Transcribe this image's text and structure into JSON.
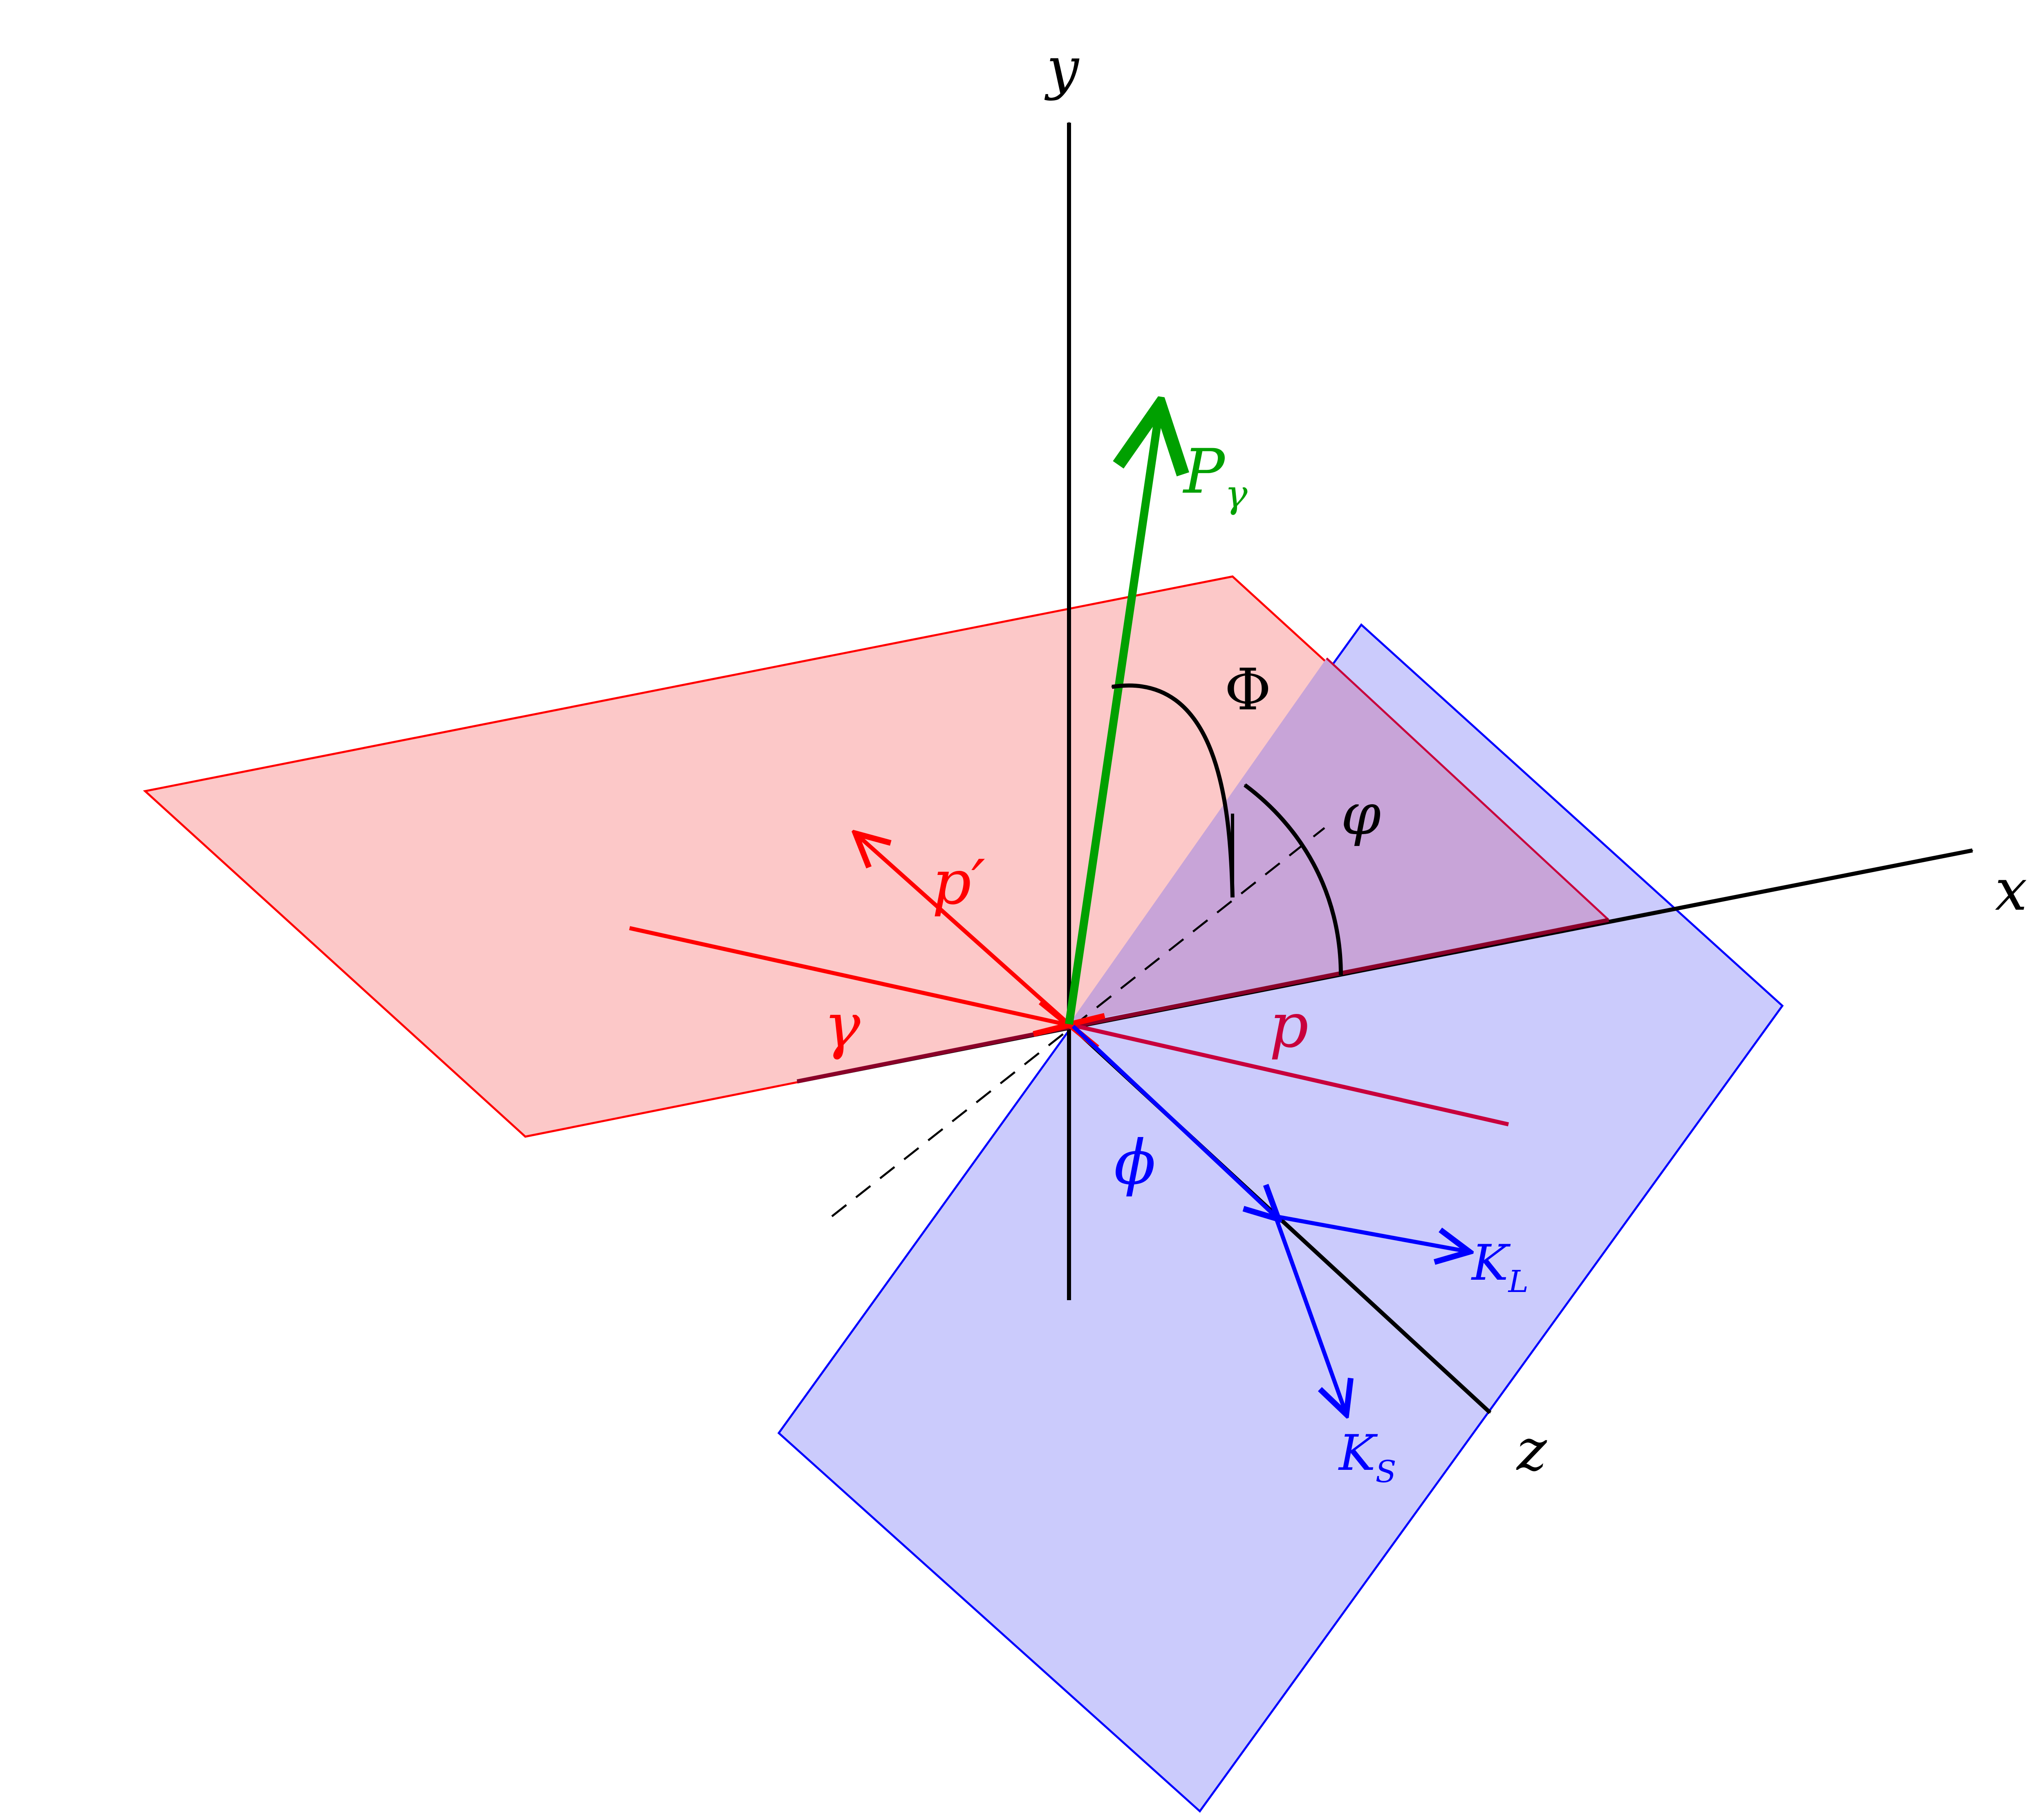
{
  "diagram": {
    "colors": {
      "axis": "#000000",
      "red_plane_fill": "#fcc8c8",
      "red_plane_stroke": "#ff0000",
      "blue_plane_fill": "#c8c8fc",
      "blue_plane_stroke": "#0000ff",
      "overlap_fill": "#c8a4d8",
      "photon_red": "#ff0000",
      "proton_red": "#c8003c",
      "kaon_blue": "#0000ff",
      "polarization_green": "#00a000"
    },
    "labels": {
      "y_axis": "y",
      "x_axis": "x",
      "z_axis": "z",
      "polarization_main": "P",
      "polarization_sub": "γ",
      "angle_Phi": "Φ",
      "angle_varphi": "φ",
      "photon_in": "γ",
      "proton_out": "p′",
      "proton_target": "p",
      "phi_meson": "ϕ",
      "kl_main": "K",
      "kl_sub": "L",
      "ks_main": "K",
      "ks_sub": "S"
    }
  }
}
